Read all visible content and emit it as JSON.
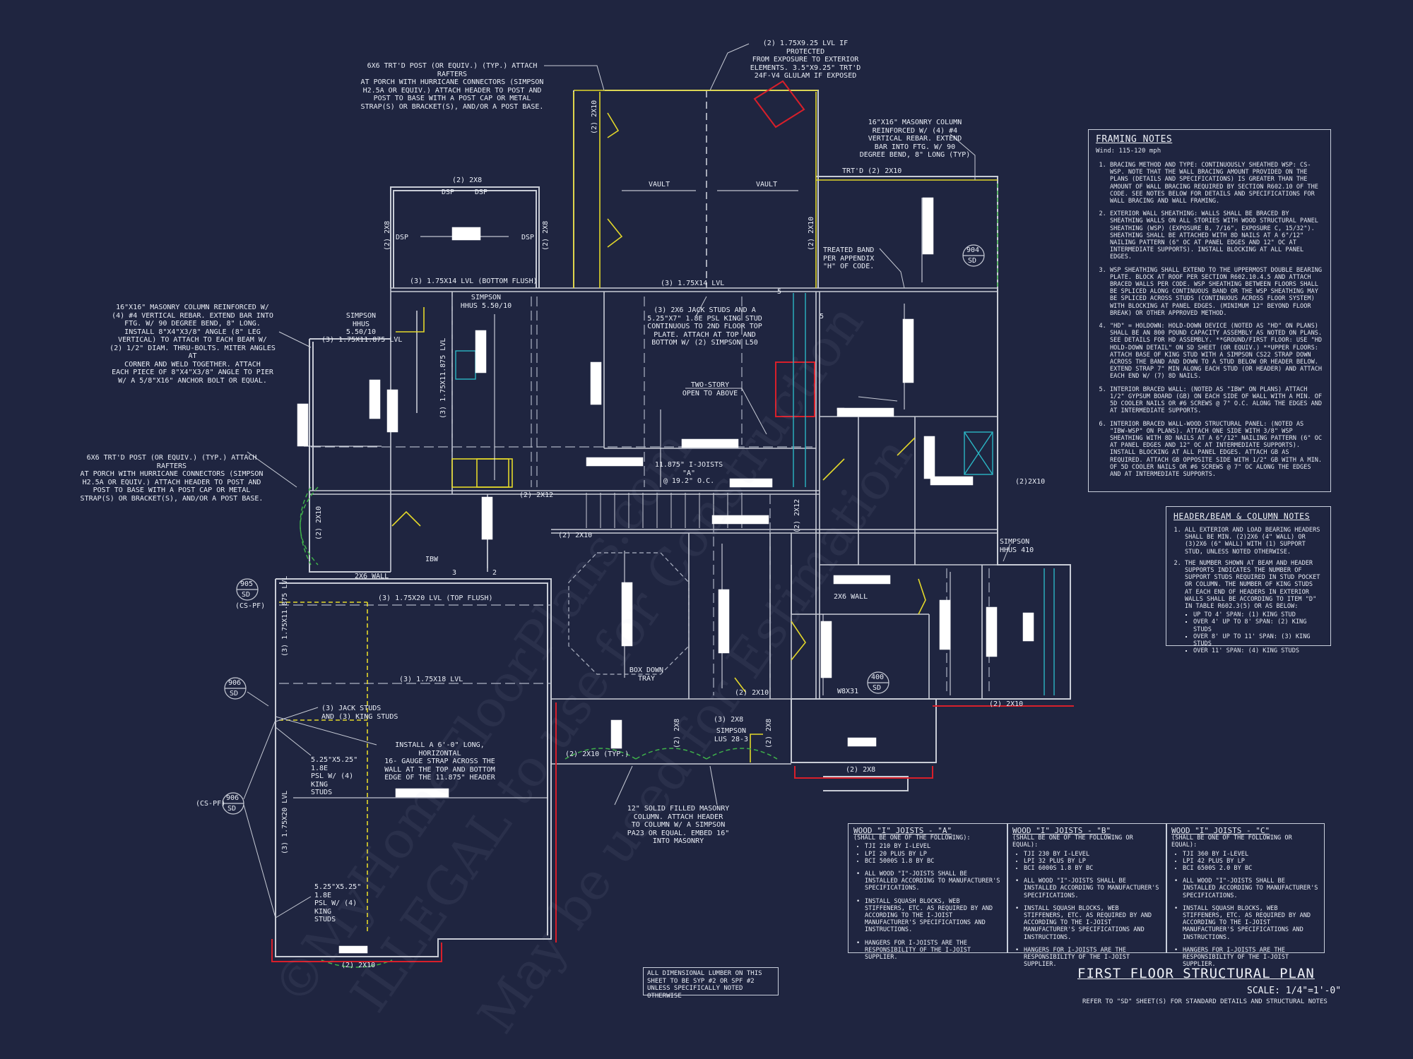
{
  "callouts": {
    "porch_post_top": "6x6 TRT'D POST (OR EQUIV.) (TYP.) ATTACH RAFTERS\nAT PORCH WITH HURRICANE CONNECTORS (SIMPSON\nH2.5A OR EQUIV.) ATTACH HEADER TO POST AND\nPOST TO BASE WITH A POST CAP OR METAL\nSTRAP(S) OR BRACKET(S), AND/OR A POST BASE.",
    "lvl_protected": "(2) 1.75x9.25 LVL IF PROTECTED\nFROM EXPOSURE TO EXTERIOR\nELEMENTS. 3.5\"x9.25\" TRT'D\n24F-V4 GLULAM IF EXPOSED",
    "masonry_right": "16\"x16\" MASONRY COLUMN\nREINFORCED W/ (4) #4\nVERTICAL REBAR. EXTEND\nBAR INTO FTG. W/ 90\nDEGREE BEND, 8\" LONG (TYP)",
    "masonry_left": "16\"x16\" MASONRY COLUMN REINFORCED W/\n(4) #4 VERTICAL REBAR. EXTEND BAR INTO\nFTG. W/ 90 DEGREE BEND, 8\" LONG.\nINSTALL 8\"x4\"x3/8\" ANGLE (8\" LEG\nVERTICAL) TO ATTACH TO EACH BEAM W/\n(2) 1/2\" DIAM. THRU-BOLTS. MITER ANGLES AT\nCORNER AND WELD TOGETHER. ATTACH\nEACH PIECE OF 8\"x4\"x3/8\" ANGLE TO PIER\nW/ A 5/8\"x16\" ANCHOR BOLT OR EQUAL.",
    "porch_post_left": "6x6 TRT'D POST (OR EQUIV.) (TYP.) ATTACH RAFTERS\nAT PORCH WITH HURRICANE CONNECTORS (SIMPSON\nH2.5A OR EQUIV.) ATTACH HEADER TO POST AND\nPOST TO BASE WITH A POST CAP OR METAL\nSTRAP(S) OR BRACKET(S), AND/OR A POST BASE.",
    "jack_studs_psl": "(3) 2x6 JACK STUDS AND A\n5.25\"x7\" 1.8E PSL KING STUD\nCONTINUOUS TO 2ND FLOOR TOP\nPLATE. ATTACH AT TOP AND\nBOTTOM W/ (2) SIMPSON L50",
    "two_story": "TWO-STORY\nOPEN TO ABOVE",
    "treated_band": "TREATED BAND\nPER APPENDIX\n\"H\" OF CODE.",
    "simpson_hhus_1": "SIMPSON\nHHUS 5.50/10",
    "simpson_hhus_2": "SIMPSON\nHHUS 5.50/10",
    "i_joists": "11.875\" I-JOISTS \"A\"\n@ 19.2\" O.C.",
    "simpson_hhus410": "SIMPSON\nHHUS 410",
    "jack_king": "(3) JACK STUDS\nAND (3) KING STUDS",
    "strap": "INSTALL A 6'-0\" LONG, HORIZONTAL\n16- GAUGE STRAP ACROSS THE\nWALL AT THE TOP AND BOTTOM\nEDGE OF THE 11.875\" HEADER",
    "psl_1": "5.25\"x5.25\" 1.8E\nPSL W/ (4) KING\nSTUDS",
    "psl_2": "5.25\"x5.25\" 1.8E\nPSL W/ (4) KING\nSTUDS",
    "box_down": "BOX DOWN\nTRAY",
    "simpson_lus": "SIMPSON\nLUS 28-3",
    "solid_masonry": "12\" SOLID FILLED MASONRY\nCOLUMN. ATTACH HEADER\nTO COLUMN W/ A SIMPSON\nPA23 OR EQUAL. EMBED 16\"\nINTO MASONRY"
  },
  "labels": {
    "vault1": "VAULT",
    "vault2": "VAULT",
    "trtd_2x10": "TRT'D (2) 2x10",
    "two_2x8_top": "(2) 2x8",
    "dsp1": "DSP",
    "dsp2": "DSP",
    "dsp3": "DSP",
    "dsp4": "DSP",
    "lvl_bottom_flush": "(3) 1.75x14 LVL (BOTTOM FLUSH)",
    "lvl_14": "(3) 1.75x14 LVL",
    "lvl_11875": "(3) 1.75x11.875 LVL",
    "lvl_20_top_flush": "(3) 1.75x20 LVL (TOP FLUSH)",
    "lvl_18": "(3) 1.75x18 LVL",
    "two_2x12": "(2) 2x12",
    "two_2x10_a": "(2) 2x10",
    "two_2x10_b": "(2) 2x10",
    "two_2x10_c": "(2) 2x10",
    "two_2x10_typ": "(2) 2x10 (TYP.)",
    "two_2x10_bottom": "(2) 2x10",
    "two_2x8_mid": "(3) 2x8",
    "two_2x8_bot": "(2) 2x8",
    "two_2x10_right": "(2)2X10",
    "wall_2x6_a": "2x6 WALL",
    "wall_2x6_b": "2x6 WALL",
    "w8x31": "W8x31",
    "ibw": "IBW",
    "cs_pf_1": "(CS-PF)",
    "cs_pf_2": "(CS-PF)",
    "tag_904": "904",
    "tag_905": "905",
    "tag_906a": "906",
    "tag_906b": "906",
    "tag_400": "400",
    "sd": "SD",
    "num_3": "3",
    "num_2": "2",
    "num_5a": "5",
    "num_5b": "5",
    "vert_2x10_a": "(2) 2x10",
    "vert_2x10_b": "(2) 2x10",
    "vert_2x8_a": "(2) 2x8",
    "vert_2x8_b": "(2) 2x8",
    "vert_2x10_c": "(2) 2x10",
    "vert_2x12": "(2) 2x12",
    "vert_lvl_11875": "(3) 1.75x11.875 LVL",
    "vert_lvl_11875_b": "(3) 1.75x11.875 LVL",
    "vert_lvl_20": "(3) 1.75x20 LVL",
    "vert_2x8_c": "(2) 2x8",
    "vert_2x8_d": "(2) 2x8"
  },
  "framing_notes": {
    "title": "FRAMING NOTES",
    "wind": "Wind: 115-120 mph",
    "items": [
      "BRACING METHOD AND TYPE: CONTINUOUSLY SHEATHED WSP: CS-WSP. NOTE THAT THE WALL BRACING AMOUNT PROVIDED ON THE PLANS (DETAILS AND SPECIFICATIONS) IS GREATER THAN THE AMOUNT OF WALL BRACING REQUIRED BY SECTION R602.10 OF THE CODE. SEE NOTES BELOW FOR DETAILS AND SPECIFICATIONS FOR WALL BRACING AND WALL FRAMING.",
      "EXTERIOR WALL SHEATHING: WALLS SHALL BE BRACED BY SHEATHING WALLS ON ALL STORIES WITH WOOD STRUCTURAL PANEL SHEATHING (WSP) (EXPOSURE B, 7/16\", EXPOSURE C, 15/32\"). SHEATHING SHALL BE ATTACHED WITH 8d NAILS AT A 6\"/12\" NAILING PATTERN (6\" OC AT PANEL EDGES AND 12\" OC AT INTERMEDIATE SUPPORTS). INSTALL BLOCKING AT ALL PANEL EDGES.",
      "WSP SHEATHING SHALL EXTEND TO THE UPPERMOST DOUBLE BEARING PLATE. BLOCK AT ROOF PER SECTION R602.10.4.5 AND ATTACH BRACED WALLS PER CODE. WSP SHEATHING BETWEEN FLOORS SHALL BE SPLICED ALONG CONTINUOUS BAND OR THE WSP SHEATHING MAY BE SPLICED ACROSS STUDS (CONTINUOUS ACROSS FLOOR SYSTEM) WITH BLOCKING AT PANEL EDGES. (MINIMUM 12\" BEYOND FLOOR BREAK) OR OTHER APPROVED METHOD.",
      "\"HD\" = HOLDOWN: HOLD-DOWN DEVICE (NOTED AS \"HD\" ON PLANS) SHALL BE AN 800 POUND CAPACITY ASSEMBLY AS NOTED ON PLANS. SEE DETAILS FOR HD ASSEMBLY. **GROUND/FIRST FLOOR: USE \"HD HOLD-DOWN DETAIL\" ON SD SHEET (OR EQUIV.) **UPPER FLOORS: ATTACH BASE OF KING STUD WITH A SIMPSON CS22 STRAP DOWN ACROSS THE BAND AND DOWN TO A STUD BELOW OR HEADER BELOW. EXTEND STRAP 7\" MIN ALONG EACH STUD (OR HEADER) AND ATTACH EACH END W/ (7) 8d NAILS.",
      "INTERIOR BRACED WALL: (NOTED AS \"IBW\" ON PLANS) ATTACH 1/2\" GYPSUM BOARD (GB) ON EACH SIDE OF WALL WITH A MIN. OF 5d COOLER NAILS OR #6 SCREWS @ 7\" O.C. ALONG THE EDGES AND AT INTERMEDIATE SUPPORTS.",
      "INTERIOR BRACED WALL-WOOD STRUCTURAL PANEL: (NOTED AS \"IBW-WSP\" ON PLANS). ATTACH ONE SIDE WITH 3/8\" WSP SHEATHING WITH 8d NAILS AT A 6\"/12\" NAILING PATTERN (6\" OC AT PANEL EDGES AND 12\" OC AT INTERMEDIATE SUPPORTS). INSTALL BLOCKING AT ALL PANEL EDGES. ATTACH GB AS REQUIRED. ATTACH GB OPPOSITE SIDE WITH 1/2\" GB WITH A MIN. OF 5d COOLER NAILS OR #6 SCREWS @ 7\" OC ALONG THE EDGES AND AT INTERMEDIATE SUPPORTS."
    ]
  },
  "header_notes": {
    "title": "HEADER/BEAM & COLUMN NOTES",
    "items": [
      "ALL EXTERIOR AND LOAD BEARING HEADERS SHALL BE MIN. (2)2x6 (4\" WALL) OR (3)2x6 (6\" WALL) WITH (1) SUPPORT STUD, UNLESS NOTED OTHERWISE.",
      "THE NUMBER SHOWN AT BEAM AND HEADER SUPPORTS INDICATES THE NUMBER OF SUPPORT STUDS REQUIRED IN STUD POCKET OR COLUMN. THE NUMBER OF KING STUDS AT EACH END OF HEADERS IN EXTERIOR WALLS SHALL BE ACCORDING TO ITEM \"d\" IN TABLE R602.3(5) OR AS BELOW:"
    ],
    "spans": [
      "UP TO 4' SPAN: (1) KING STUD",
      "OVER 4' UP TO 8' SPAN: (2) KING STUDS",
      "OVER 8' UP TO 11' SPAN: (3) KING STUDS",
      "OVER 11' SPAN: (4) KING STUDS"
    ]
  },
  "joists": [
    {
      "title": "WOOD \"I\" JOISTS - \"A\"",
      "req": "(SHALL BE ONE OF THE FOLLOWING):",
      "options": [
        "TJI 210 BY I-LEVEL",
        "LPI 20 PLUS BY LP",
        "BCI 5000s 1.8 BY BC"
      ],
      "notes": [
        "ALL WOOD \"I\"-JOISTS SHALL BE INSTALLED ACCORDING TO MANUFACTURER'S SPECIFICATIONS.",
        "INSTALL SQUASH BLOCKS, WEB STIFFENERS, ETC. AS REQUIRED BY AND ACCORDING TO THE I-JOIST MANUFACTURER'S SPECIFICATIONS AND INSTRUCTIONS.",
        "HANGERS FOR I-JOISTS ARE THE RESPONSIBILITY OF THE I-JOIST SUPPLIER."
      ]
    },
    {
      "title": "WOOD \"I\" JOISTS - \"B\"",
      "req": "(SHALL BE ONE OF THE FOLLOWING OR EQUAL):",
      "options": [
        "TJI 230 BY I-LEVEL",
        "LPI 32 PLUS BY LP",
        "BCI 6000s 1.8 BY BC"
      ],
      "notes": [
        "ALL WOOD \"I\"-JOISTS SHALL BE INSTALLED ACCORDING TO MANUFACTURER'S SPECIFICATIONS.",
        "INSTALL SQUASH BLOCKS, WEB STIFFENERS, ETC. AS REQUIRED BY AND ACCORDING TO THE I-JOIST MANUFACTURER'S SPECIFICATIONS AND INSTRUCTIONS.",
        "HANGERS FOR I-JOISTS ARE THE RESPONSIBILITY OF THE I-JOIST SUPPLIER."
      ]
    },
    {
      "title": "WOOD \"I\" JOISTS - \"C\"",
      "req": "(SHALL BE ONE OF THE FOLLOWING OR EQUAL):",
      "options": [
        "TJI 360 BY I-LEVEL",
        "LPI 42 PLUS BY LP",
        "BCI 6500s 2.0 BY BC"
      ],
      "notes": [
        "ALL WOOD \"I\"-JOISTS SHALL BE INSTALLED ACCORDING TO MANUFACTURER'S SPECIFICATIONS.",
        "INSTALL SQUASH BLOCKS, WEB STIFFENERS, ETC. AS REQUIRED BY AND ACCORDING TO THE I-JOIST MANUFACTURER'S SPECIFICATIONS AND INSTRUCTIONS.",
        "HANGERS FOR I-JOISTS ARE THE RESPONSIBILITY OF THE I-JOIST SUPPLIER."
      ]
    }
  ],
  "lumber_note": "ALL DIMENSIONAL LUMBER ON THIS SHEET TO BE SYP #2 OR SPF #2 UNLESS SPECIFICALLY NOTED OTHERWISE",
  "sheet": {
    "title": "FIRST FLOOR STRUCTURAL PLAN",
    "scale": "SCALE: 1/4\"=1'-0\"",
    "refer": "REFER TO \"SD\" SHEET(S) FOR STANDARD DETAILS AND STRUCTURAL NOTES"
  },
  "watermarks": [
    "©MyHomeFloorPlans.com",
    "ILLEGAL to use for Construction",
    "May be used for Estimation"
  ],
  "colors": {
    "background": "#1f2540",
    "wall": "#c8ccd6",
    "yellow": "#e3d82a",
    "green": "#3fb24a",
    "red": "#d81f2a",
    "cyan": "#2bb6c4"
  }
}
